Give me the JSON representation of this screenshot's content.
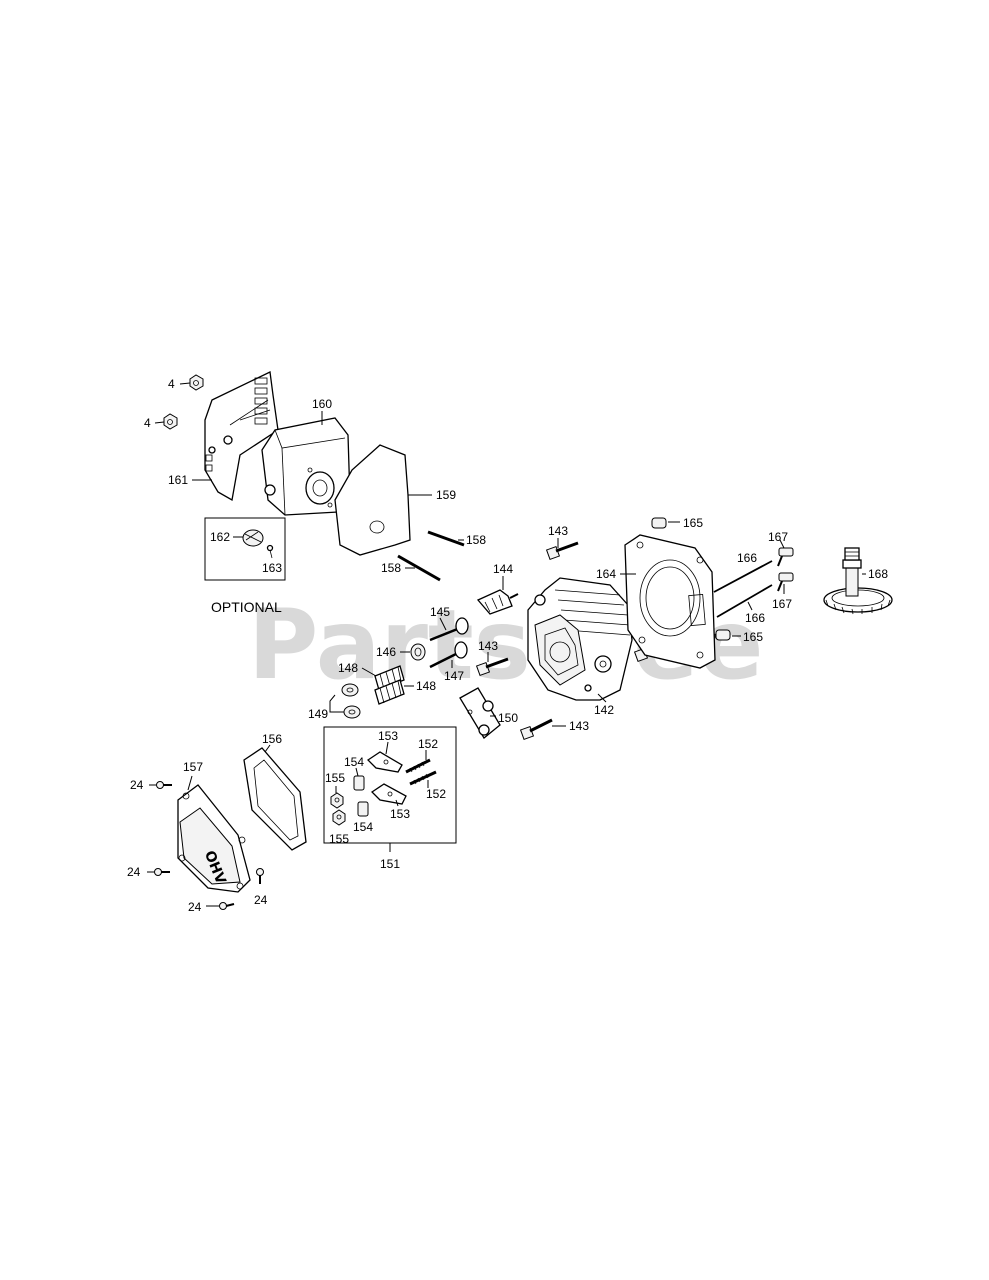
{
  "watermark": {
    "text": "PartsTree",
    "trademark": "™"
  },
  "optional_label": "OPTIONAL",
  "ohv_text": "OHV",
  "callouts": {
    "c4a": "4",
    "c4b": "4",
    "c160": "160",
    "c161": "161",
    "c159": "159",
    "c162": "162",
    "c163": "163",
    "c158a": "158",
    "c158b": "158",
    "c143a": "143",
    "c144": "144",
    "c145": "145",
    "c146": "146",
    "c147": "147",
    "c143b": "143",
    "c148a": "148",
    "c148b": "148",
    "c149": "149",
    "c150": "150",
    "c143c": "143",
    "c142": "142",
    "c143d": "143",
    "c164": "164",
    "c165a": "165",
    "c165b": "165",
    "c166a": "166",
    "c166b": "166",
    "c167a": "167",
    "c167b": "167",
    "c168": "168",
    "c156": "156",
    "c157": "157",
    "c24a": "24",
    "c24b": "24",
    "c24c": "24",
    "c24d": "24",
    "c153a": "153",
    "c153b": "153",
    "c152a": "152",
    "c152b": "152",
    "c154a": "154",
    "c154b": "154",
    "c155a": "155",
    "c155b": "155",
    "c151": "151"
  }
}
